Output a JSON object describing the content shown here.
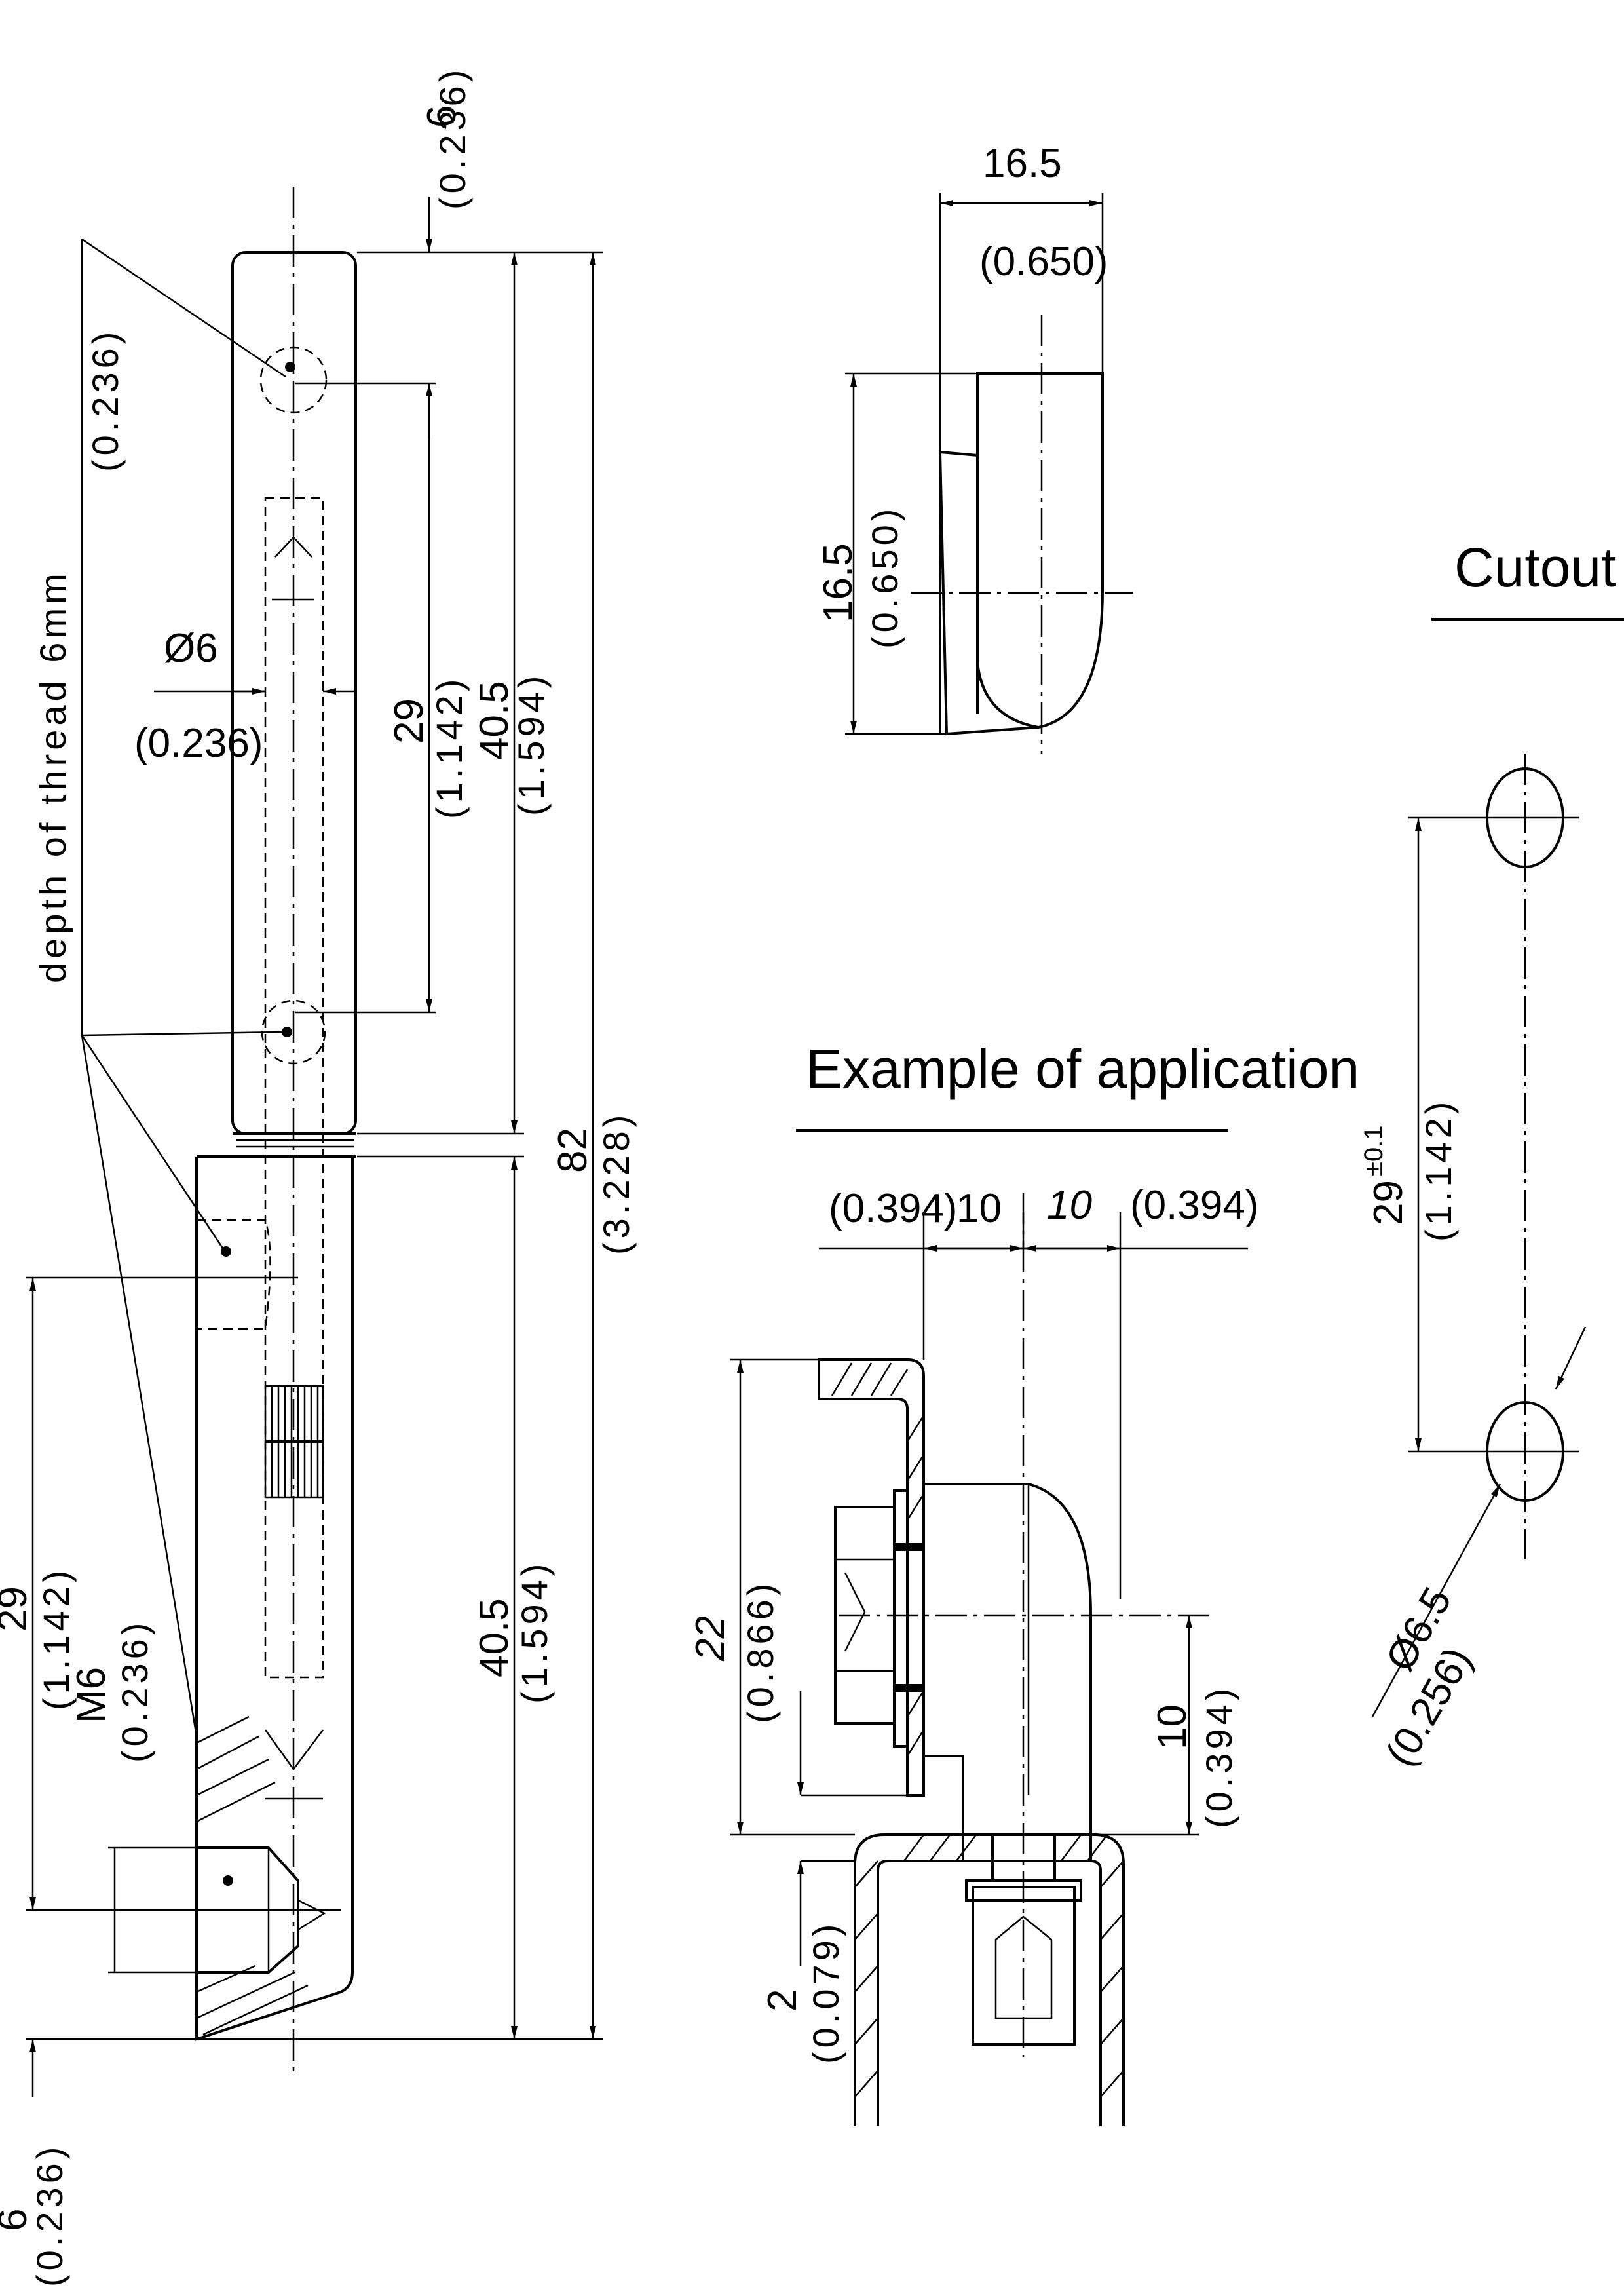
{
  "main_view": {
    "thread_depth_label": "depth of thread 6mm",
    "thread_depth_inch": "(0.236)",
    "top_offset_mm": "6",
    "top_offset_inch": "(0.236)",
    "bottom_offset_mm": "6",
    "bottom_offset_inch": "(0.236)",
    "pin_diameter_mm": "Ø6",
    "pin_diameter_inch": "(0.236)",
    "hole_spacing_mm": "29",
    "hole_spacing_inch": "(1.142)",
    "upper_length_mm": "40.5",
    "upper_length_inch": "(1.594)",
    "total_length_mm": "82",
    "total_length_inch": "(3.228)",
    "lower_length_mm": "40.5",
    "lower_length_inch": "(1.594)",
    "lower_hole_spacing_mm": "29",
    "lower_hole_spacing_inch": "(1.142)",
    "thread_size": "M6",
    "thread_size_inch": "(0.236)"
  },
  "top_view": {
    "width_mm": "16.5",
    "width_inch": "(0.650)",
    "height_mm": "16.5",
    "height_inch": "(0.650)"
  },
  "application": {
    "title": "Example of application",
    "left_gap_inch": "(0.394)",
    "left_gap_mm": "10",
    "right_gap_mm": "10",
    "right_gap_inch": "(0.394)",
    "height_mm": "22",
    "height_inch": "(0.866)",
    "offset_mm": "10",
    "offset_inch": "(0.394)",
    "thickness_mm": "2",
    "thickness_inch": "(0.079)"
  },
  "cutout": {
    "title": "Cutout",
    "spacing_mm": "29",
    "spacing_tol": "±0.1",
    "spacing_inch": "(1.142)",
    "hole_diameter_mm": "Ø6.5",
    "hole_diameter_inch": "(0.256)"
  }
}
